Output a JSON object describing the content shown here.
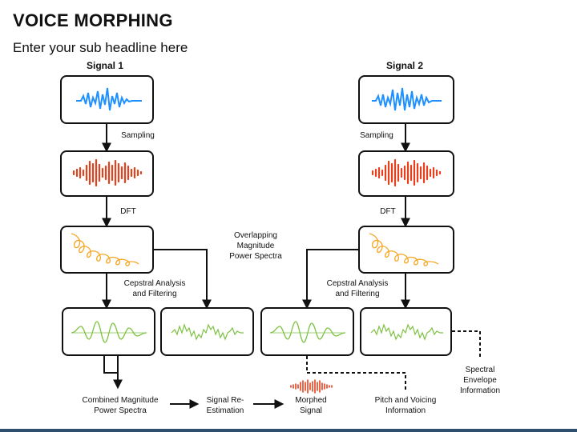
{
  "header": {
    "title": "VOICE MORPHING",
    "subtitle": "Enter your sub headline here"
  },
  "signals": {
    "signal1": "Signal 1",
    "signal2": "Signal 2"
  },
  "steps": {
    "sampling_left": "Sampling",
    "sampling_right": "Sampling",
    "dft_left": "DFT",
    "dft_right": "DFT",
    "overlap_line1": "Overlapping",
    "overlap_line2": "Magnitude",
    "overlap_line3": "Power Spectra",
    "cepstral_left_1": "Cepstral Analysis",
    "cepstral_left_2": "and Filtering",
    "cepstral_right_1": "Cepstral Analysis",
    "cepstral_right_2": "and Filtering",
    "spectral_1": "Spectral",
    "spectral_2": "Envelope",
    "spectral_3": "Information"
  },
  "outputs": {
    "combined_1": "Combined Magnitude",
    "combined_2": "Power Spectra",
    "reest_1": "Signal Re-",
    "reest_2": "Estimation",
    "morphed_1": "Morphed",
    "morphed_2": "Signal",
    "pitch_1": "Pitch and Voicing",
    "pitch_2": "Information"
  },
  "colors": {
    "blue_wave": "#1e90ff",
    "red_wave": "#e8401c",
    "orange_spiral": "#f5a623",
    "green_wave": "#7dc242",
    "line": "#111111"
  }
}
